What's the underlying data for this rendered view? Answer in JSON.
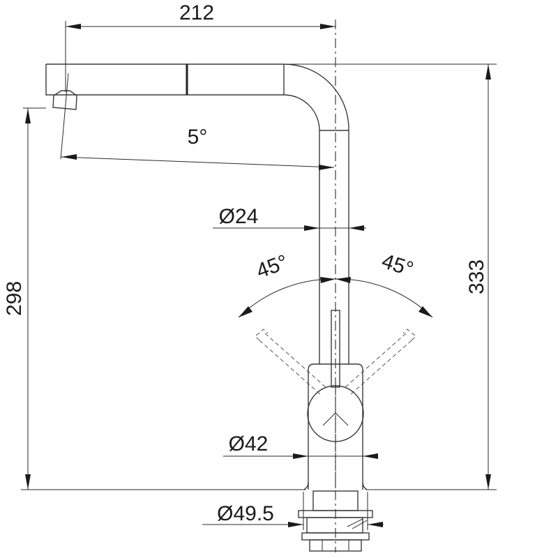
{
  "drawing": {
    "title": "Faucet dimension drawing",
    "dimensions": {
      "spout_reach": "212",
      "spout_angle": "5°",
      "tube_diameter": "Ø24",
      "lever_left_angle": "45°",
      "lever_right_angle": "45°",
      "total_height": "333",
      "spout_height": "298",
      "body_diameter": "Ø42",
      "mount_diameter": "Ø49.5"
    }
  }
}
